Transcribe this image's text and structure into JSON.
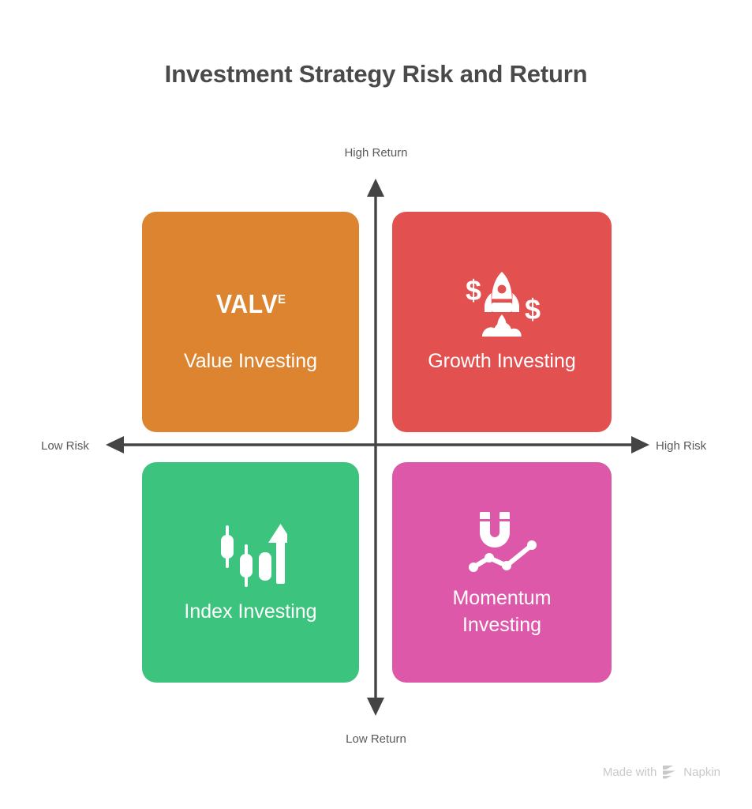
{
  "title": "Investment Strategy Risk and Return",
  "axes": {
    "top_label": "High Return",
    "bottom_label": "Low Return",
    "left_label": "Low Risk",
    "right_label": "High Risk"
  },
  "quadrants": [
    {
      "id": "value-investing",
      "label": "Value Investing",
      "icon": "valve-wordmark-icon",
      "icon_text": "VALV",
      "icon_text_sup": "E",
      "color": "#DD8430",
      "position": "top-left"
    },
    {
      "id": "growth-investing",
      "label": "Growth Investing",
      "icon": "rocket-with-dollar-signs-icon",
      "color": "#E25050",
      "position": "top-right"
    },
    {
      "id": "index-investing",
      "label": "Index Investing",
      "icon": "candlestick-chart-up-arrow-icon",
      "color": "#3CC47F",
      "position": "bottom-left"
    },
    {
      "id": "momentum-investing",
      "label": "Momentum Investing",
      "icon": "magnet-with-trend-line-icon",
      "color": "#DD58A8",
      "position": "bottom-right"
    }
  ],
  "watermark": {
    "prefix": "Made with",
    "brand": "Napkin",
    "logo": "napkin-chevron-logo"
  },
  "colors": {
    "title": "#4a4a4a",
    "axis_line": "#444444",
    "axis_text": "#5a5a5a",
    "background": "#ffffff",
    "watermark": "#c9c9c9"
  }
}
